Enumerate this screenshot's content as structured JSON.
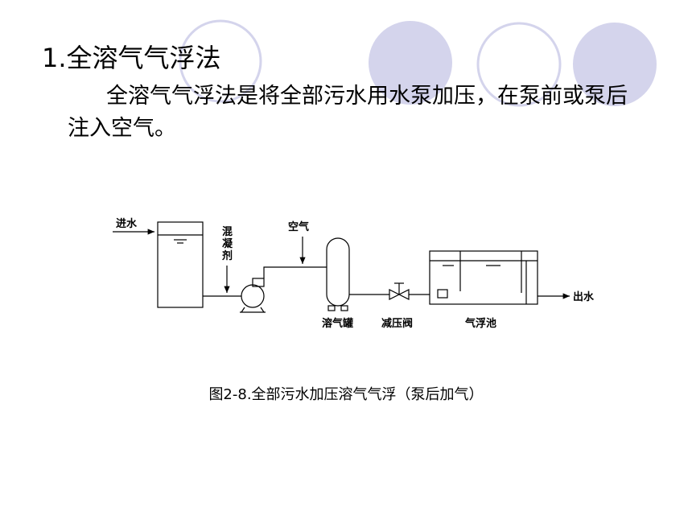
{
  "slide": {
    "title": "1.全溶气气浮法",
    "paragraph": "全溶气气浮法是将全部污水用水泵加压，在泵前或泵后注入空气。",
    "caption": "图2-8.全部污水加压溶气气浮（泵后加气）"
  },
  "diagram": {
    "inlet": "进水",
    "coagulant": [
      "混",
      "凝",
      "剂"
    ],
    "air": "空气",
    "tank": "溶气罐",
    "valve": "减压阀",
    "pool": "气浮池",
    "outlet": "出水"
  },
  "colors": {
    "circle_fill": "#d4d4ec",
    "circle_stroke": "#d4d4ec",
    "line": "#000000"
  }
}
